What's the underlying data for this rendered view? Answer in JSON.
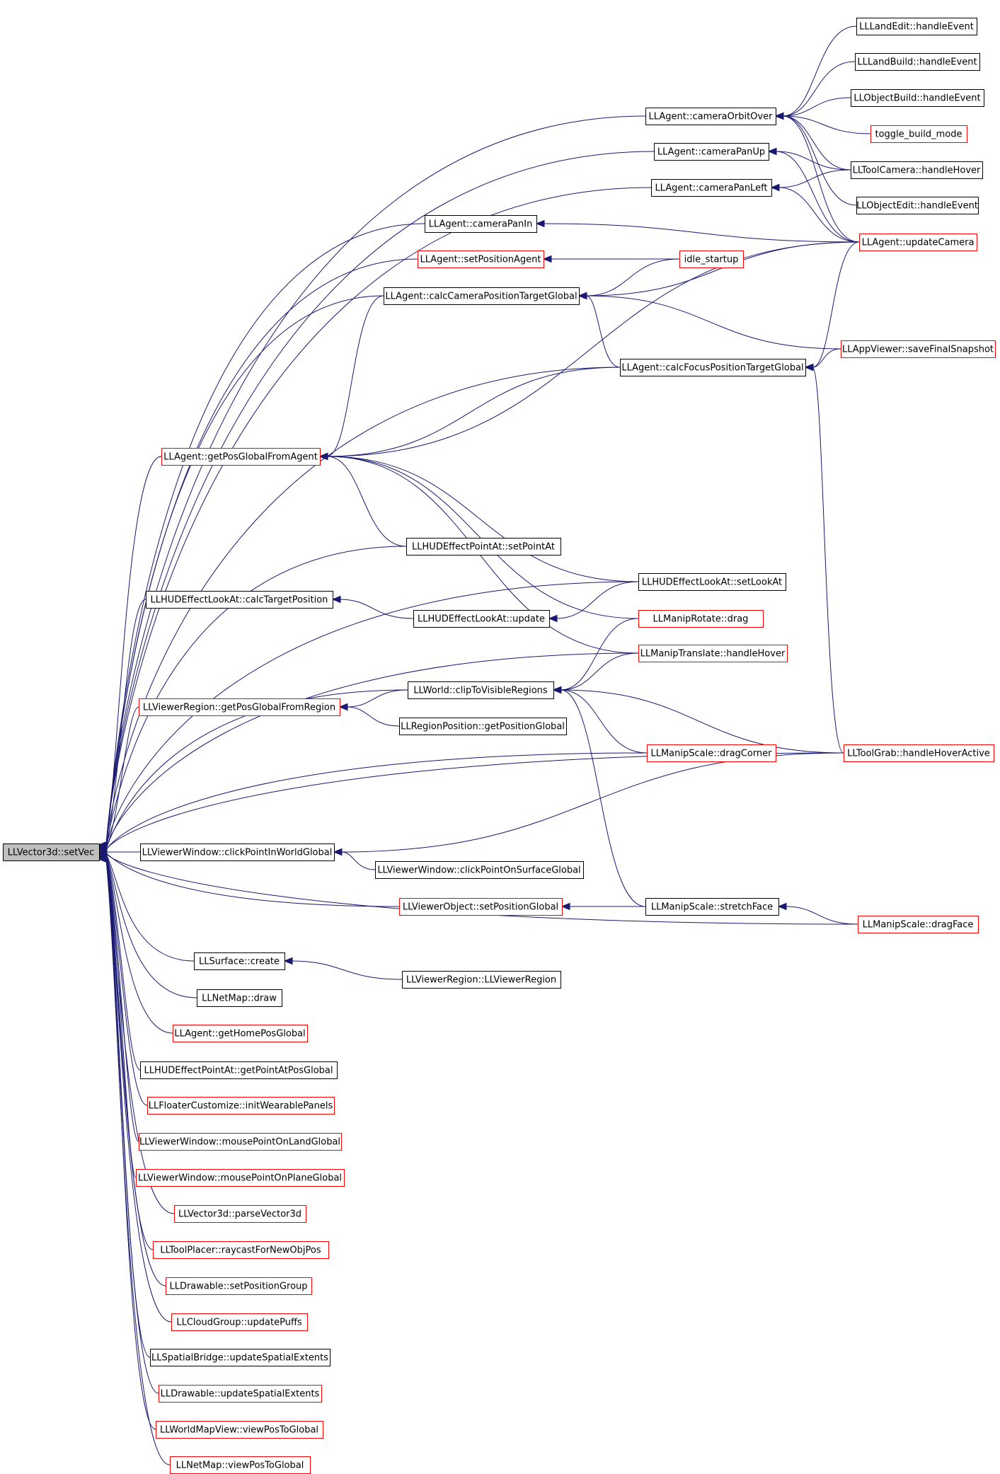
{
  "colors": {
    "edge": "#191970",
    "normal_border": "#000000",
    "truncated_border": "#ff0000",
    "root_fill": "#bfbfbf",
    "node_fill": "#ffffff"
  },
  "nodes": [
    {
      "id": "setVec",
      "label": "LLVector3d::setVec",
      "style": "root"
    },
    {
      "id": "landEdit",
      "label": "LLLandEdit::handleEvent",
      "style": "normal"
    },
    {
      "id": "landBuild",
      "label": "LLLandBuild::handleEvent",
      "style": "normal"
    },
    {
      "id": "objectBuild",
      "label": "LLObjectBuild::handleEvent",
      "style": "normal"
    },
    {
      "id": "cameraOrbitOver",
      "label": "LLAgent::cameraOrbitOver",
      "style": "normal"
    },
    {
      "id": "toggleBuild",
      "label": "toggle_build_mode",
      "style": "truncated"
    },
    {
      "id": "cameraPanUp",
      "label": "LLAgent::cameraPanUp",
      "style": "normal"
    },
    {
      "id": "toolCameraHover",
      "label": "LLToolCamera::handleHover",
      "style": "normal"
    },
    {
      "id": "cameraPanLeft",
      "label": "LLAgent::cameraPanLeft",
      "style": "normal"
    },
    {
      "id": "objectEdit",
      "label": "LLObjectEdit::handleEvent",
      "style": "normal"
    },
    {
      "id": "cameraPanIn",
      "label": "LLAgent::cameraPanIn",
      "style": "normal"
    },
    {
      "id": "updateCamera",
      "label": "LLAgent::updateCamera",
      "style": "truncated"
    },
    {
      "id": "setPositionAgent",
      "label": "LLAgent::setPositionAgent",
      "style": "truncated"
    },
    {
      "id": "idleStartup",
      "label": "idle_startup",
      "style": "truncated"
    },
    {
      "id": "calcCameraPos",
      "label": "LLAgent::calcCameraPositionTargetGlobal",
      "style": "normal"
    },
    {
      "id": "saveFinalSnapshot",
      "label": "LLAppViewer::saveFinalSnapshot",
      "style": "truncated"
    },
    {
      "id": "calcFocusPos",
      "label": "LLAgent::calcFocusPositionTargetGlobal",
      "style": "normal"
    },
    {
      "id": "getPosGlobalFromAgent",
      "label": "LLAgent::getPosGlobalFromAgent",
      "style": "truncated"
    },
    {
      "id": "hudPointSetPointAt",
      "label": "LLHUDEffectPointAt::setPointAt",
      "style": "normal"
    },
    {
      "id": "hudLookSetLookAt",
      "label": "LLHUDEffectLookAt::setLookAt",
      "style": "normal"
    },
    {
      "id": "hudLookCalcTarget",
      "label": "LLHUDEffectLookAt::calcTargetPosition",
      "style": "normal"
    },
    {
      "id": "hudLookUpdate",
      "label": "LLHUDEffectLookAt::update",
      "style": "normal"
    },
    {
      "id": "manipRotateDrag",
      "label": "LLManipRotate::drag",
      "style": "truncated"
    },
    {
      "id": "manipTranslateHover",
      "label": "LLManipTranslate::handleHover",
      "style": "truncated"
    },
    {
      "id": "worldClip",
      "label": "LLWorld::clipToVisibleRegions",
      "style": "normal"
    },
    {
      "id": "regionGetPos",
      "label": "LLViewerRegion::getPosGlobalFromRegion",
      "style": "truncated"
    },
    {
      "id": "regionPosGet",
      "label": "LLRegionPosition::getPositionGlobal",
      "style": "normal"
    },
    {
      "id": "manipScaleDragCorner",
      "label": "LLManipScale::dragCorner",
      "style": "truncated"
    },
    {
      "id": "toolGrabHover",
      "label": "LLToolGrab::handleHoverActive",
      "style": "truncated"
    },
    {
      "id": "clickPointWorld",
      "label": "LLViewerWindow::clickPointInWorldGlobal",
      "style": "normal"
    },
    {
      "id": "clickPointSurface",
      "label": "LLViewerWindow::clickPointOnSurfaceGlobal",
      "style": "normal"
    },
    {
      "id": "viewerObjSetPos",
      "label": "LLViewerObject::setPositionGlobal",
      "style": "truncated"
    },
    {
      "id": "manipScaleStretch",
      "label": "LLManipScale::stretchFace",
      "style": "normal"
    },
    {
      "id": "manipScaleDragFace",
      "label": "LLManipScale::dragFace",
      "style": "truncated"
    },
    {
      "id": "surfaceCreate",
      "label": "LLSurface::create",
      "style": "normal"
    },
    {
      "id": "viewerRegionCtor",
      "label": "LLViewerRegion::LLViewerRegion",
      "style": "normal"
    },
    {
      "id": "netMapDraw",
      "label": "LLNetMap::draw",
      "style": "normal"
    },
    {
      "id": "getHomePos",
      "label": "LLAgent::getHomePosGlobal",
      "style": "truncated"
    },
    {
      "id": "hudPointGetPointAt",
      "label": "LLHUDEffectPointAt::getPointAtPosGlobal",
      "style": "normal"
    },
    {
      "id": "floaterCustomize",
      "label": "LLFloaterCustomize::initWearablePanels",
      "style": "truncated"
    },
    {
      "id": "mousePointLand",
      "label": "LLViewerWindow::mousePointOnLandGlobal",
      "style": "truncated"
    },
    {
      "id": "mousePointPlane",
      "label": "LLViewerWindow::mousePointOnPlaneGlobal",
      "style": "truncated"
    },
    {
      "id": "parseVector3d",
      "label": "LLVector3d::parseVector3d",
      "style": "truncated"
    },
    {
      "id": "toolPlacer",
      "label": "LLToolPlacer::raycastForNewObjPos",
      "style": "truncated"
    },
    {
      "id": "drawableSetPosGroup",
      "label": "LLDrawable::setPositionGroup",
      "style": "truncated"
    },
    {
      "id": "cloudGroupUpdate",
      "label": "LLCloudGroup::updatePuffs",
      "style": "truncated"
    },
    {
      "id": "spatialBridge",
      "label": "LLSpatialBridge::updateSpatialExtents",
      "style": "normal"
    },
    {
      "id": "drawableUpdateExt",
      "label": "LLDrawable::updateSpatialExtents",
      "style": "truncated"
    },
    {
      "id": "worldMapView",
      "label": "LLWorldMapView::viewPosToGlobal",
      "style": "truncated"
    },
    {
      "id": "netMapViewPos",
      "label": "LLNetMap::viewPosToGlobal",
      "style": "truncated"
    }
  ],
  "edges": [
    [
      "cameraOrbitOver",
      "setVec"
    ],
    [
      "cameraPanUp",
      "setVec"
    ],
    [
      "cameraPanLeft",
      "setVec"
    ],
    [
      "cameraPanIn",
      "setVec"
    ],
    [
      "setPositionAgent",
      "setVec"
    ],
    [
      "calcCameraPos",
      "setVec"
    ],
    [
      "calcFocusPos",
      "setVec"
    ],
    [
      "getPosGlobalFromAgent",
      "setVec"
    ],
    [
      "hudPointSetPointAt",
      "setVec"
    ],
    [
      "hudLookSetLookAt",
      "setVec"
    ],
    [
      "hudLookCalcTarget",
      "setVec"
    ],
    [
      "manipTranslateHover",
      "setVec"
    ],
    [
      "worldClip",
      "setVec"
    ],
    [
      "regionGetPos",
      "setVec"
    ],
    [
      "manipScaleDragCorner",
      "setVec"
    ],
    [
      "toolGrabHover",
      "setVec"
    ],
    [
      "clickPointWorld",
      "setVec"
    ],
    [
      "viewerObjSetPos",
      "setVec"
    ],
    [
      "manipScaleDragFace",
      "setVec"
    ],
    [
      "surfaceCreate",
      "setVec"
    ],
    [
      "netMapDraw",
      "setVec"
    ],
    [
      "getHomePos",
      "setVec"
    ],
    [
      "hudPointGetPointAt",
      "setVec"
    ],
    [
      "floaterCustomize",
      "setVec"
    ],
    [
      "mousePointLand",
      "setVec"
    ],
    [
      "mousePointPlane",
      "setVec"
    ],
    [
      "parseVector3d",
      "setVec"
    ],
    [
      "toolPlacer",
      "setVec"
    ],
    [
      "drawableSetPosGroup",
      "setVec"
    ],
    [
      "cloudGroupUpdate",
      "setVec"
    ],
    [
      "spatialBridge",
      "setVec"
    ],
    [
      "drawableUpdateExt",
      "setVec"
    ],
    [
      "worldMapView",
      "setVec"
    ],
    [
      "netMapViewPos",
      "setVec"
    ],
    [
      "landEdit",
      "cameraOrbitOver"
    ],
    [
      "landBuild",
      "cameraOrbitOver"
    ],
    [
      "objectBuild",
      "cameraOrbitOver"
    ],
    [
      "toggleBuild",
      "cameraOrbitOver"
    ],
    [
      "toolCameraHover",
      "cameraOrbitOver"
    ],
    [
      "objectEdit",
      "cameraOrbitOver"
    ],
    [
      "updateCamera",
      "cameraOrbitOver"
    ],
    [
      "toolCameraHover",
      "cameraPanUp"
    ],
    [
      "updateCamera",
      "cameraPanUp"
    ],
    [
      "toolCameraHover",
      "cameraPanLeft"
    ],
    [
      "updateCamera",
      "cameraPanLeft"
    ],
    [
      "updateCamera",
      "cameraPanIn"
    ],
    [
      "idleStartup",
      "setPositionAgent"
    ],
    [
      "idleStartup",
      "calcCameraPos"
    ],
    [
      "updateCamera",
      "calcCameraPos"
    ],
    [
      "saveFinalSnapshot",
      "calcCameraPos"
    ],
    [
      "calcFocusPos",
      "calcCameraPos"
    ],
    [
      "saveFinalSnapshot",
      "calcFocusPos"
    ],
    [
      "updateCamera",
      "calcFocusPos"
    ],
    [
      "toolGrabHover",
      "calcFocusPos"
    ],
    [
      "calcCameraPos",
      "getPosGlobalFromAgent"
    ],
    [
      "calcFocusPos",
      "getPosGlobalFromAgent"
    ],
    [
      "hudPointSetPointAt",
      "getPosGlobalFromAgent"
    ],
    [
      "hudLookSetLookAt",
      "getPosGlobalFromAgent"
    ],
    [
      "manipRotateDrag",
      "getPosGlobalFromAgent"
    ],
    [
      "manipTranslateHover",
      "getPosGlobalFromAgent"
    ],
    [
      "updateCamera",
      "getPosGlobalFromAgent"
    ],
    [
      "hudLookUpdate",
      "hudLookCalcTarget"
    ],
    [
      "hudLookSetLookAt",
      "hudLookUpdate"
    ],
    [
      "manipRotateDrag",
      "worldClip"
    ],
    [
      "manipTranslateHover",
      "worldClip"
    ],
    [
      "manipScaleDragCorner",
      "worldClip"
    ],
    [
      "toolGrabHover",
      "worldClip"
    ],
    [
      "manipScaleStretch",
      "worldClip"
    ],
    [
      "worldClip",
      "regionGetPos"
    ],
    [
      "regionPosGet",
      "regionGetPos"
    ],
    [
      "toolGrabHover",
      "clickPointWorld"
    ],
    [
      "clickPointSurface",
      "clickPointWorld"
    ],
    [
      "manipScaleStretch",
      "viewerObjSetPos"
    ],
    [
      "manipScaleDragFace",
      "manipScaleStretch"
    ],
    [
      "viewerRegionCtor",
      "surfaceCreate"
    ]
  ]
}
